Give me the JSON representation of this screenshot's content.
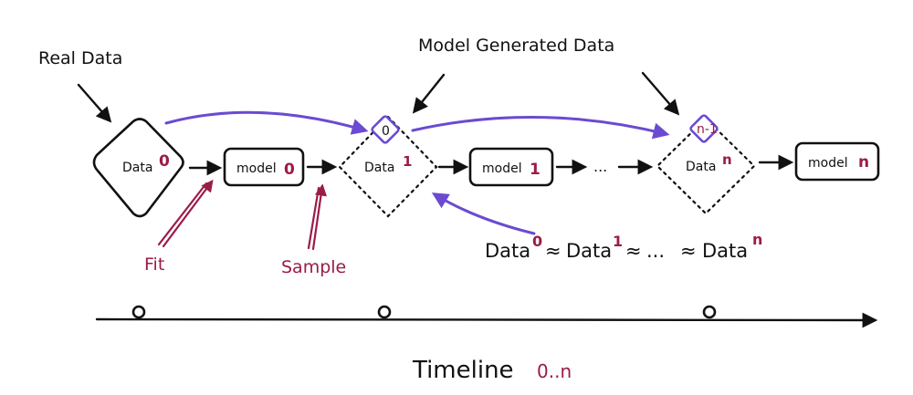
{
  "labels": {
    "real_data": "Real Data",
    "model_generated_data": "Model Generated Data",
    "fit": "Fit",
    "sample": "Sample",
    "timeline": "Timeline",
    "timeline_range": "0..n",
    "ellipsis": "..."
  },
  "nodes": {
    "data0": {
      "base": "Data",
      "sup": "0"
    },
    "model0": {
      "base": "model",
      "sup": "0"
    },
    "data1": {
      "base": "Data",
      "sup": "1",
      "tag": "0"
    },
    "model1": {
      "base": "model",
      "sup": "1"
    },
    "datan": {
      "base": "Data",
      "sup": "n",
      "tag": "n-1"
    },
    "modeln": {
      "base": "model",
      "sup": "n"
    }
  },
  "equation": {
    "d0": "Data",
    "s0": "0",
    "op1": "≈",
    "d1": "Data",
    "s1": "1",
    "op2": "≈",
    "dots": "...",
    "op3": "≈",
    "dn": "Data",
    "sn": "n"
  },
  "colors": {
    "purple": "#6a4bd1",
    "maroon": "#9b1b4a",
    "ink": "#111111"
  }
}
